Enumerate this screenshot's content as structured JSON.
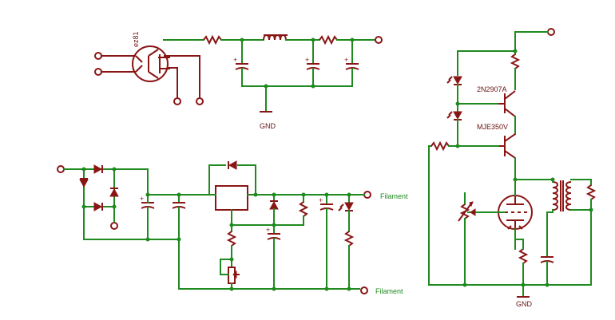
{
  "labels": {
    "rectifier_tube": "ez81",
    "gnd_top": "GND",
    "gnd_right": "GND",
    "filament_top": "Filament",
    "filament_bottom": "Filament",
    "transistor_pnp": "2N2907A",
    "transistor_npn": "MJE350V"
  },
  "colors": {
    "wire": "#1f8a1f",
    "component": "#8a1515",
    "label_text": "#1f8a1f",
    "background": "#ffffff"
  }
}
